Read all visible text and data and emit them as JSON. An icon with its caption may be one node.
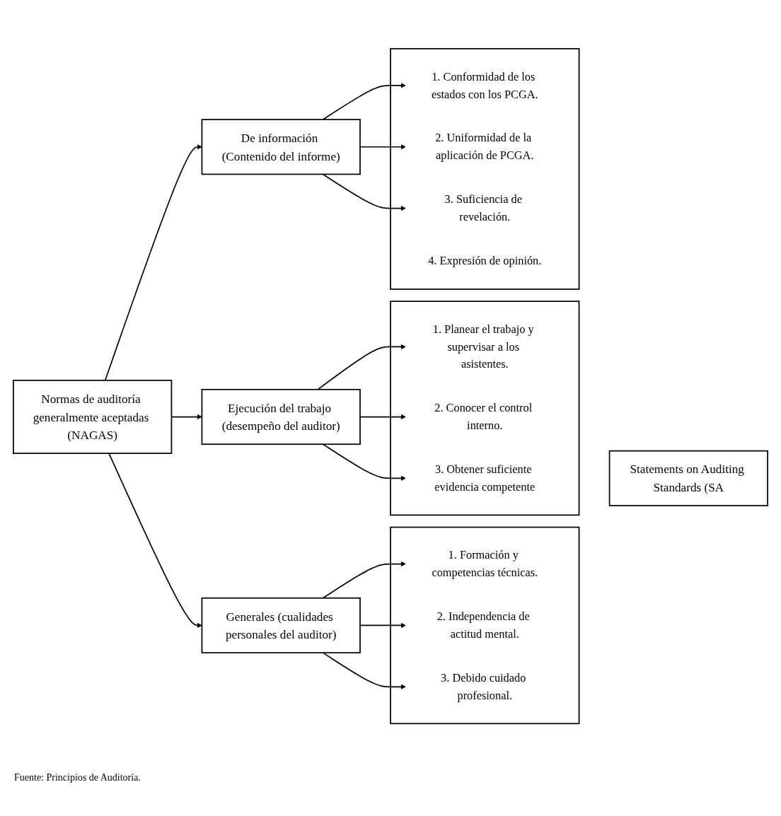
{
  "diagram": {
    "nodes": [
      {
        "text": [
          "Normas de auditoría generalmente aceptadas (NAGAS)"
        ]
      },
      {
        "text": [
          "Generales (cualidades personales del auditor)"
        ]
      },
      {
        "text": [
          "Ejecución del trabajo (desempeño del auditor)"
        ]
      },
      {
        "text": [
          "De información (Contenido del informe)"
        ]
      },
      {
        "text": [],
        "shape": "box"
      },
      {
        "text": [
          "1. Formación y competencias técnicas."
        ],
        "in": 4
      },
      {
        "text": [
          "2. Independencia de actitud mental."
        ],
        "in": 4
      },
      {
        "text": [
          "3. Debido cuidado profesional."
        ],
        "in": 4
      },
      {
        "text": [],
        "shape": "box"
      },
      {
        "text": [
          "1. Planear el trabajo y supervisar a los asistentes."
        ],
        "in": 8
      },
      {
        "text": [
          "2. Conocer el control interno."
        ],
        "in": 8
      },
      {
        "text": [
          "3. Obtener suficiente evidencia competente"
        ],
        "in": 8
      },
      {
        "text": [],
        "shape": "box"
      },
      {
        "text": [
          "1. Conformidad de los estados con los PCGA."
        ],
        "in": 12
      },
      {
        "text": [
          "2. Uniformidad de la aplicación de PCGA."
        ],
        "in": 12
      },
      {
        "text": [
          "3. Suficiencia de revelación."
        ],
        "in": 12
      },
      {
        "text": [
          "4. Expresión de opinión."
        ],
        "in": 12
      },
      {
        "text": [
          "Statements on Auditing Standards (SA"
        ]
      }
    ],
    "edges": [
      {
        "from": 0,
        "to": 1,
        "arrow": "to"
      },
      {
        "from": 0,
        "to": 2,
        "arrow": "to"
      },
      {
        "from": 0,
        "to": 3,
        "arrow": "to"
      },
      {
        "from": 1,
        "to": 5,
        "arrow": "to"
      },
      {
        "from": 1,
        "to": 6,
        "arrow": "to"
      },
      {
        "from": 1,
        "to": 7,
        "arrow": "to"
      },
      {
        "from": 2,
        "to": 9,
        "arrow": "to"
      },
      {
        "from": 2,
        "to": 10,
        "arrow": "to"
      },
      {
        "from": 2,
        "to": 11,
        "arrow": "to"
      },
      {
        "from": 3,
        "to": 13,
        "arrow": "to"
      },
      {
        "from": 3,
        "to": 14,
        "arrow": "to"
      },
      {
        "from": 3,
        "to": 15,
        "arrow": "to"
      }
    ],
    "labels": [
      "Fuente: Principios de Auditoría."
    ]
  }
}
